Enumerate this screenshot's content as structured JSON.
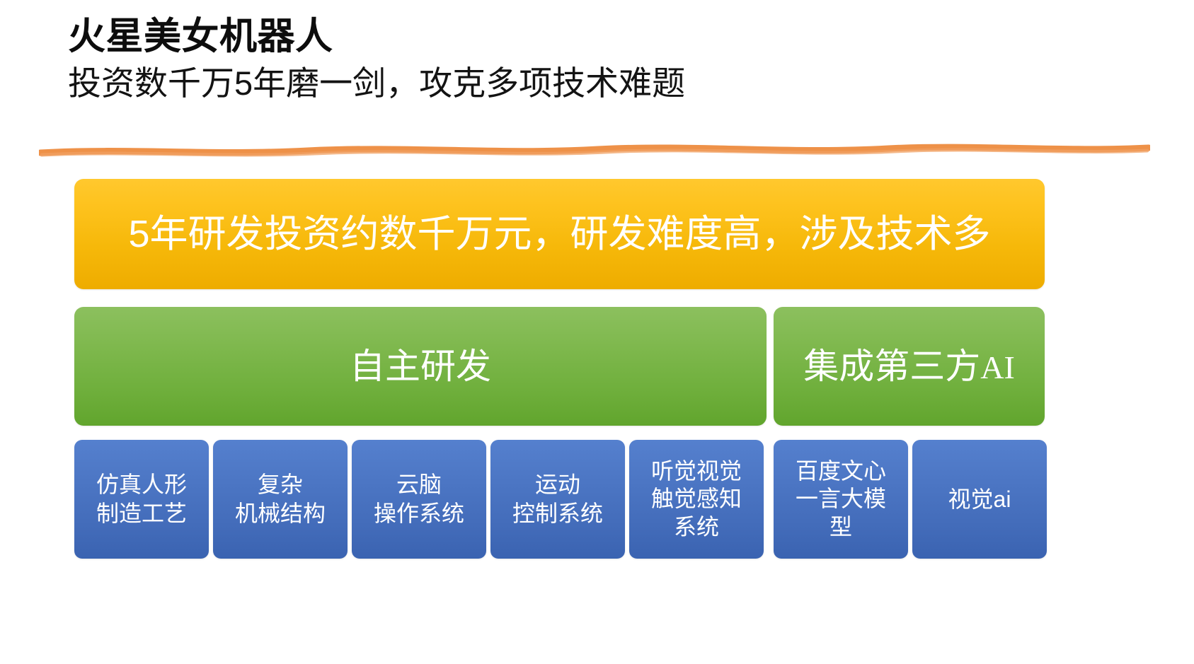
{
  "header": {
    "title": "火星美女机器人",
    "subtitle": "投资数千万5年磨一剑，攻克多项技术难题"
  },
  "divider": {
    "color": "#ED8B3E",
    "style": "hand-drawn-line"
  },
  "diagram": {
    "type": "hierarchy-pyramid",
    "top_bar": {
      "label": "5年研发投资约数千万元，研发难度高，涉及技术多",
      "color": "#F6B809",
      "text_color": "#FFFFFF"
    },
    "middle_bars": [
      {
        "label": "自主研发",
        "color": "#72B247",
        "text_color": "#FFFFFF",
        "span": 5
      },
      {
        "label": "集成第三方",
        "label_latin": "AI",
        "color": "#72B247",
        "text_color": "#FFFFFF",
        "span": 2
      }
    ],
    "bottom_boxes": [
      {
        "label": "仿真人形\n制造工艺",
        "color": "#4A72C4",
        "text_color": "#FFFFFF",
        "group": "自主研发"
      },
      {
        "label": "复杂\n机械结构",
        "color": "#4A72C4",
        "text_color": "#FFFFFF",
        "group": "自主研发"
      },
      {
        "label": "云脑\n操作系统",
        "color": "#4A72C4",
        "text_color": "#FFFFFF",
        "group": "自主研发"
      },
      {
        "label": "运动\n控制系统",
        "color": "#4A72C4",
        "text_color": "#FFFFFF",
        "group": "自主研发"
      },
      {
        "label": "听觉视觉\n触觉感知\n系统",
        "color": "#4A72C4",
        "text_color": "#FFFFFF",
        "group": "自主研发"
      },
      {
        "label": "百度文心\n一言大模\n型",
        "color": "#4A72C4",
        "text_color": "#FFFFFF",
        "group": "集成第三方AI"
      },
      {
        "label": "视觉ai",
        "color": "#4A72C4",
        "text_color": "#FFFFFF",
        "group": "集成第三方AI"
      }
    ]
  }
}
